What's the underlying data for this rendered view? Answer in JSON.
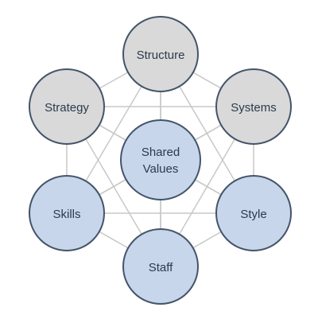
{
  "nodes": {
    "structure": {
      "label": "Structure",
      "color": "#d9d9d9"
    },
    "systems": {
      "label": "Systems",
      "color": "#d9d9d9"
    },
    "style": {
      "label": "Style",
      "color": "#c7d6ea"
    },
    "staff": {
      "label": "Staff",
      "color": "#c7d6ea"
    },
    "skills": {
      "label": "Skills",
      "color": "#c7d6ea"
    },
    "strategy": {
      "label": "Strategy",
      "color": "#d9d9d9"
    },
    "shared_values": {
      "label_line1": "Shared",
      "label_line2": "Values",
      "color": "#c7d6ea"
    }
  },
  "colors": {
    "circle_stroke": "#44546a",
    "connector": "#c8c8c8"
  }
}
